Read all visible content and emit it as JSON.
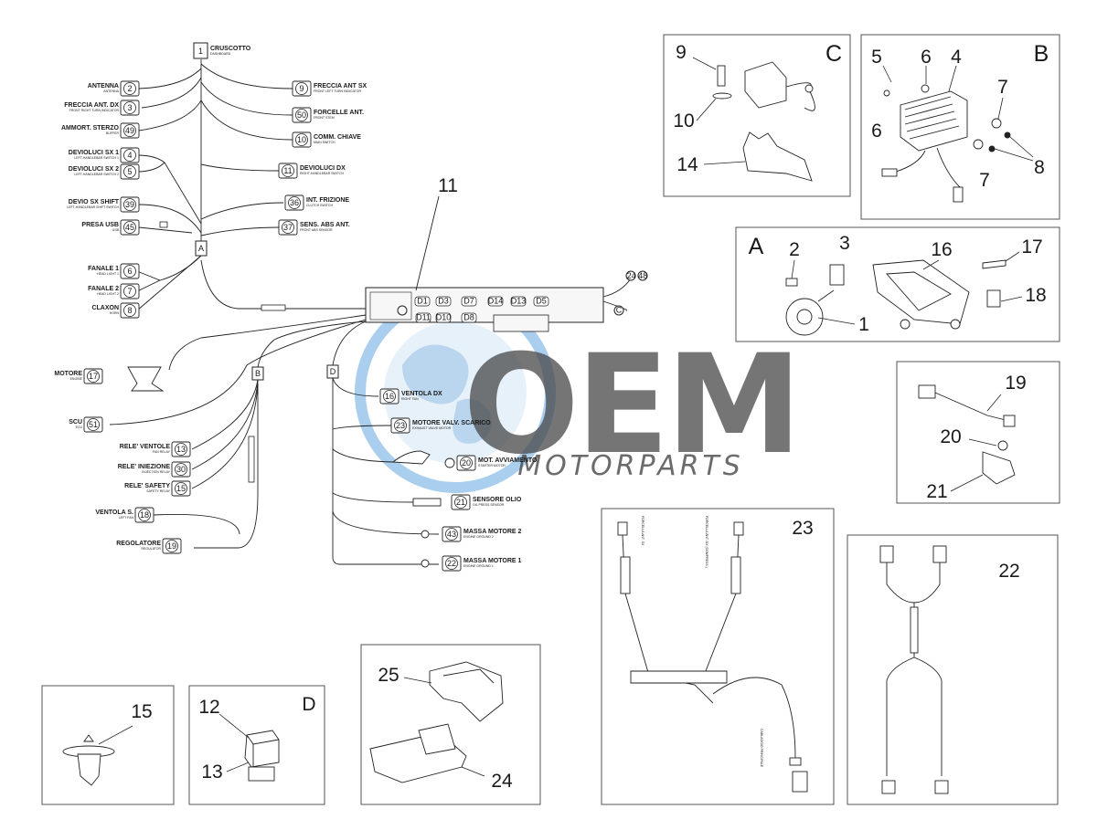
{
  "watermark": {
    "logo_text": "OEM",
    "sub_text": "MOTORPARTS",
    "colors": {
      "globe": "#3d8fd8",
      "logo": "#7d7d7d",
      "sub": "#9a9a9a"
    }
  },
  "wiring": {
    "junctions": {
      "a": "A",
      "b": "B",
      "d": "D"
    },
    "left_labels": [
      {
        "num": "2",
        "label": "ANTENNA",
        "sub": "ANTENNA"
      },
      {
        "num": "3",
        "label": "FRECCIA ANT. DX",
        "sub": "FRONT RIGHT TURN INDICATOR"
      },
      {
        "num": "49",
        "label": "AMMORT. STERZO",
        "sub": "BUFFER"
      },
      {
        "num": "4",
        "label": "DEVIOLUCI SX 1",
        "sub": "LEFT-HANDLEBAR SWITCH 1"
      },
      {
        "num": "5",
        "label": "DEVIOLUCI SX 2",
        "sub": "LEFT-HANDLEBAR SWITCH 2"
      },
      {
        "num": "39",
        "label": "DEVIO SX SHIFT",
        "sub": "LEFT-HANDLEBAR SHIFT SWITCH"
      },
      {
        "num": "45",
        "label": "PRESA USB",
        "sub": "USB"
      },
      {
        "num": "6",
        "label": "FANALE 1",
        "sub": "HEAD LIGHT 1"
      },
      {
        "num": "7",
        "label": "FANALE 2",
        "sub": "HEAD LIGHT 2"
      },
      {
        "num": "8",
        "label": "CLAXON",
        "sub": "HORN"
      }
    ],
    "right_labels": [
      {
        "num": "9",
        "label": "FRECCIA ANT SX",
        "sub": "FRONT LEFT TURN INDICATOR"
      },
      {
        "num": "50",
        "label": "FORCELLE ANT.",
        "sub": "FRONT STEM"
      },
      {
        "num": "10",
        "label": "COMM. CHIAVE",
        "sub": "MAIN SWITCH"
      },
      {
        "num": "11",
        "label": "DEVIOLUCI DX",
        "sub": "RIGHT-HANDLEBAR SWITCH"
      },
      {
        "num": "36",
        "label": "INT. FRIZIONE",
        "sub": "CLUTCH SWITCH"
      },
      {
        "num": "37",
        "label": "SENS. ABS ANT.",
        "sub": "FRONT ABS SENSOR"
      }
    ],
    "top_label": {
      "num": "1",
      "label": "CRUSCOTTO",
      "sub": "DASHBOARD"
    },
    "engine_labels": [
      {
        "num": "17",
        "label": "MOTORE",
        "sub": "ENGINE"
      },
      {
        "num": "51",
        "label": "SCU",
        "sub": "ECU"
      }
    ],
    "relay_labels": [
      {
        "num": "13",
        "label": "RELE' VENTOLE",
        "sub": "FAN RELAY"
      },
      {
        "num": "30",
        "label": "RELE' INIEZIONE",
        "sub": "INJECTION RELAY"
      },
      {
        "num": "15",
        "label": "RELE' SAFETY",
        "sub": "SAFETY RELAY"
      },
      {
        "num": "18",
        "label": "VENTOLA S.",
        "sub": "LEFT FAN"
      },
      {
        "num": "19",
        "label": "REGOLATORE",
        "sub": "REGULATOR"
      }
    ],
    "d_labels": [
      {
        "num": "16",
        "label": "VENTOLA DX",
        "sub": "RIGHT FAN"
      },
      {
        "num": "23",
        "label": "MOTORE VALV. SCARICO",
        "sub": "EXHAUST VALVE MOTOR"
      },
      {
        "num": "20",
        "label": "MOT. AVVIAMENTO",
        "sub": "STARTER MOTOR"
      },
      {
        "num": "21",
        "label": "SENSORE OLIO",
        "sub": "OIL PRESS SENSOR"
      },
      {
        "num": "43",
        "label": "MASSA MOTORE 2",
        "sub": "ENGINE GROUND 2"
      },
      {
        "num": "22",
        "label": "MASSA MOTORE 1",
        "sub": "ENGINE GROUND 1"
      }
    ],
    "fuse_labels": [
      "D1",
      "D3",
      "D7",
      "D14",
      "D13",
      "D5",
      "D11",
      "D10",
      "D8"
    ],
    "tag_24_48": "24 48",
    "tag_c": "C"
  },
  "callouts": {
    "main_harness": "11",
    "box_c": {
      "letter": "C",
      "n9": "9",
      "n10": "10",
      "n14": "14"
    },
    "box_b": {
      "letter": "B",
      "n5": "5",
      "n6a": "6",
      "n4": "4",
      "n7a": "7",
      "n6b": "6",
      "n7b": "7",
      "n8": "8"
    },
    "box_a": {
      "letter": "A",
      "n2": "2",
      "n3": "3",
      "n16": "16",
      "n17": "17",
      "n18": "18",
      "n1": "1"
    },
    "box_19": {
      "n19": "19",
      "n20": "20",
      "n21": "21"
    },
    "box_23": {
      "n23": "23",
      "t1": "FORCELLA ANT. SX",
      "t2": "FORCELLA ANT. DX (COMPRESS.)",
      "t3": "CABLAGGIO PRINCIPALE"
    },
    "box_22": {
      "n22": "22"
    },
    "box_15": {
      "n15": "15"
    },
    "box_d": {
      "letter": "D",
      "n12": "12",
      "n13": "13"
    },
    "box_25": {
      "n25": "25",
      "n24": "24"
    }
  }
}
